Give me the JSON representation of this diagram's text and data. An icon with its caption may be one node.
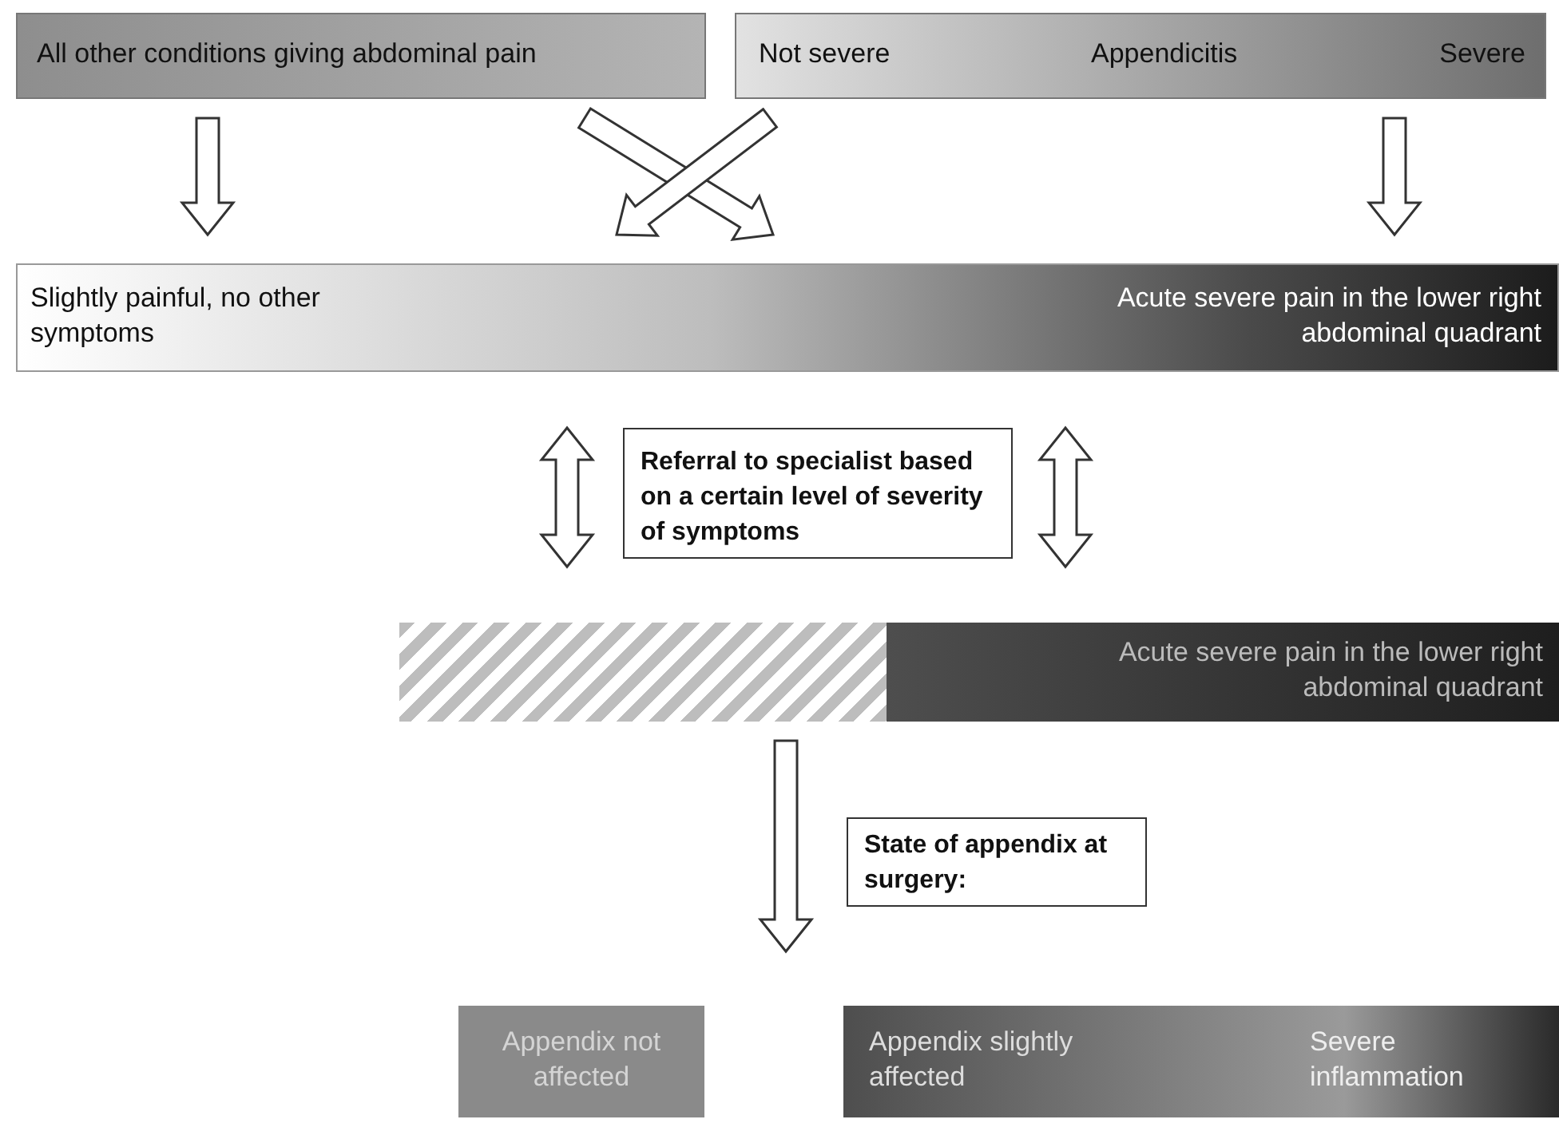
{
  "diagram": {
    "nodes": [
      {
        "text": [
          "All other conditions giving abdominal pain"
        ]
      },
      {
        "text": [
          "Not severe",
          "Appendicitis",
          "Severe"
        ]
      },
      {
        "text": [
          "Slightly painful, no other symptoms",
          "Acute severe pain in the lower right abdominal quadrant"
        ]
      },
      {
        "text": [
          "Referral to specialist based on a certain level of severity of symptoms"
        ]
      },
      {
        "text": [
          "Acute severe pain in the lower right abdominal quadrant"
        ]
      },
      {
        "text": [
          "State of appendix at surgery:"
        ]
      },
      {
        "text": [
          "Appendix not affected"
        ]
      },
      {
        "text": [
          "Appendix slightly affected",
          "Severe inflammation"
        ]
      }
    ],
    "edges": [
      {
        "from": 0,
        "to": 2,
        "arrow": "to"
      },
      {
        "from": 0,
        "to": 2,
        "arrow": "to"
      },
      {
        "from": 1,
        "to": 2,
        "arrow": "to"
      },
      {
        "from": 1,
        "to": 2,
        "arrow": "to"
      },
      {
        "from": 2,
        "to": 4,
        "arrow": "both"
      },
      {
        "from": 2,
        "to": 4,
        "arrow": "both"
      },
      {
        "from": 4,
        "to": null,
        "arrow": "to"
      }
    ]
  }
}
